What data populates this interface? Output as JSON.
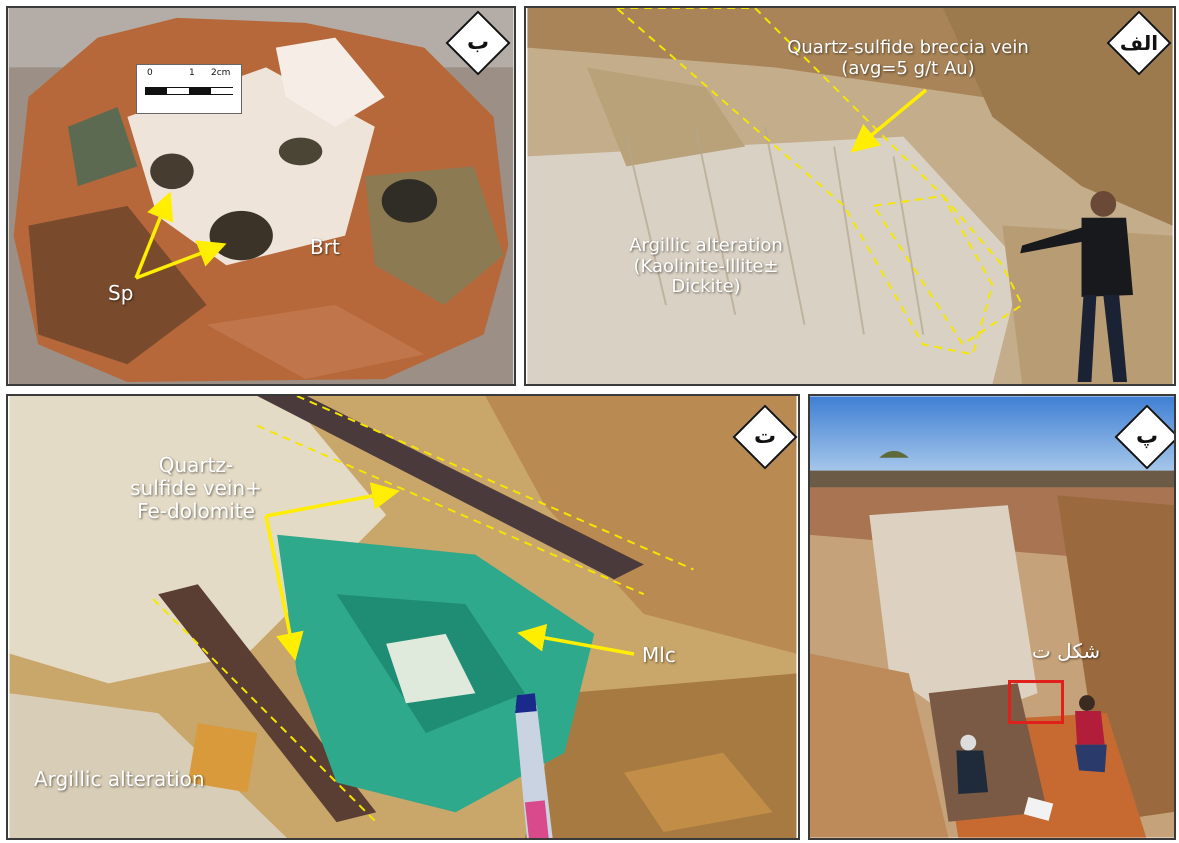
{
  "panel_a": {
    "badge": "الف",
    "vein_label_line1": "Quartz-sulfide breccia vein",
    "vein_label_line2": "(avg=5 g/t Au)",
    "alteration_line1": "Argillic alteration",
    "alteration_line2": "(Kaolinite-Illite±",
    "alteration_line3": "Dickite)"
  },
  "panel_b": {
    "badge": "ب",
    "mineral_sp": "Sp",
    "mineral_brt": "Brt",
    "scale_0": "0",
    "scale_1": "1",
    "scale_2": "2cm"
  },
  "panel_p": {
    "badge": "پ",
    "fig_ref": "شکل ت"
  },
  "panel_t": {
    "badge": "ت",
    "vein_line1": "Quartz-",
    "vein_line2": "sulfide vein+",
    "vein_line3": "Fe-dolomite",
    "mineral_mlc": "Mlc",
    "alteration": "Argillic alteration"
  },
  "colors": {
    "annotation_arrow": "#ffee00",
    "dashed_outline": "#f5e600",
    "location_box": "#e0201b",
    "malachite": "#1fa88a"
  }
}
